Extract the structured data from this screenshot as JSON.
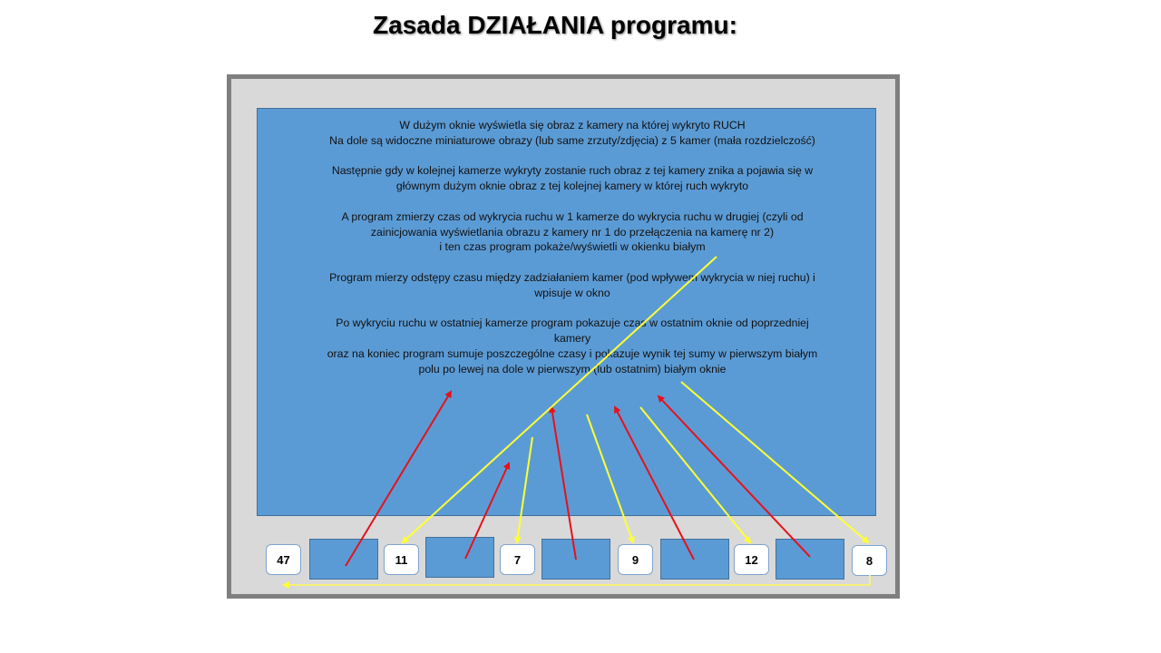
{
  "title": "Zasada DZIAŁANIA programu:",
  "description": [
    [
      "W dużym oknie wyświetla się obraz z kamery na której wykryto RUCH",
      "Na dole są widoczne miniaturowe obrazy (lub same zrzuty/zdjęcia) z 5 kamer (mała rozdzielczość)"
    ],
    [
      "Następnie gdy w kolejnej  kamerze wykryty zostanie ruch obraz z tej kamery znika a pojawia się w",
      "głównym dużym oknie obraz z tej kolejnej  kamery w której ruch wykryto"
    ],
    [
      "A program zmierzy czas od wykrycia ruchu w 1 kamerze do wykrycia ruchu w drugiej (czyli od",
      "zainicjowania wyświetlania obrazu z kamery nr 1 do przełączenia na kamerę nr 2)",
      "i ten czas program pokaże/wyświetli w okienku białym"
    ],
    [
      "Program mierzy odstępy  czasu między zadziałaniem kamer (pod wpływem wykrycia w niej ruchu) i",
      "wpisuje w okno"
    ],
    [
      "Po wykryciu ruchu w ostatniej kamerze program pokazuje czas w ostatnim oknie  od poprzedniej",
      "kamery",
      "oraz na koniec program sumuje poszczególne czasy i pokazuje wynik tej sumy w pierwszym białym",
      "polu po lewej na dole  w pierwszym (lub ostatnim) białym  oknie"
    ]
  ],
  "time_boxes": {
    "total": "47",
    "t1": "11",
    "t2": "7",
    "t3": "9",
    "t4": "12",
    "t5": "8"
  },
  "colors": {
    "red_arrow": "#e8101a",
    "yellow_arrow": "#ffff33",
    "panel": "#5b9bd5"
  }
}
